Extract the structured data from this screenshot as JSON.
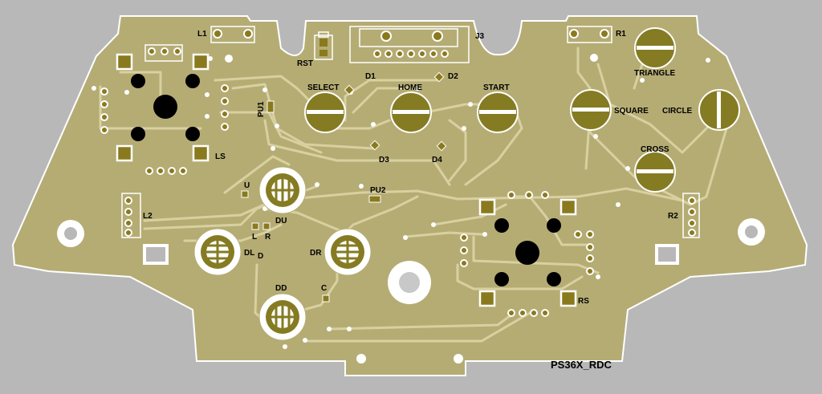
{
  "colors": {
    "background": "#b8b8b8",
    "board": "#b5ac74",
    "board_outline": "#ffffff",
    "copper_trace": "#d8d0a0",
    "pad": "#8a7a1e",
    "silkscreen": "#ffffff",
    "drill": "#000000",
    "button_face": "#857b22"
  },
  "board": {
    "name": "PS36X_RDC"
  },
  "labels": {
    "l1": "L1",
    "j3": "J3",
    "r1": "R1",
    "rst": "RST",
    "d1": "D1",
    "d2": "D2",
    "d3": "D3",
    "d4": "D4",
    "pu1": "PU1",
    "pu2": "PU2",
    "ls": "LS",
    "rs": "RS",
    "l2": "L2",
    "r2": "R2",
    "u": "U",
    "l": "L",
    "r": "R",
    "d": "D",
    "c": "C",
    "du": "DU",
    "dl": "DL",
    "dr": "DR",
    "dd": "DD"
  },
  "buttons": {
    "select": "SELECT",
    "home": "HOME",
    "start": "START",
    "triangle": "TRIANGLE",
    "square": "SQUARE",
    "circle": "CIRCLE",
    "cross": "CROSS"
  }
}
